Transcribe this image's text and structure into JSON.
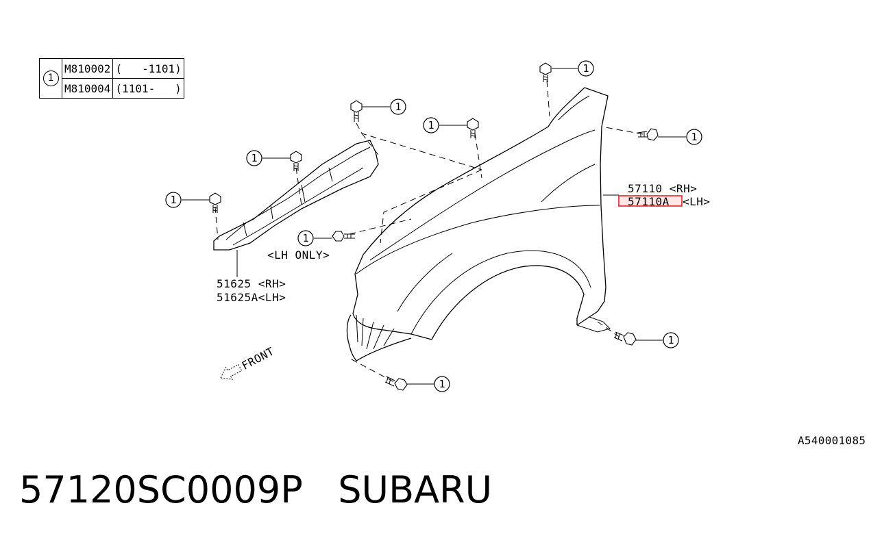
{
  "reference_table": {
    "callout": "1",
    "rows": [
      {
        "part": "M810002",
        "range": "(   -1101)"
      },
      {
        "part": "M810004",
        "range": "(1101-   )"
      }
    ]
  },
  "callout_number": "1",
  "labels": {
    "fender_rh": "57110  <RH>",
    "fender_lh_part": "57110A",
    "fender_lh_side": "<LH>",
    "bracket_rh": "51625  <RH>",
    "bracket_lh": "51625A<LH>",
    "lh_only": "<LH ONLY>",
    "front": "FRONT"
  },
  "image_code": "A540001085",
  "footer": {
    "part_number": "57120SC0009P",
    "brand": "SUBARU"
  },
  "colors": {
    "highlight": "#e0242b",
    "line": "#000000"
  }
}
